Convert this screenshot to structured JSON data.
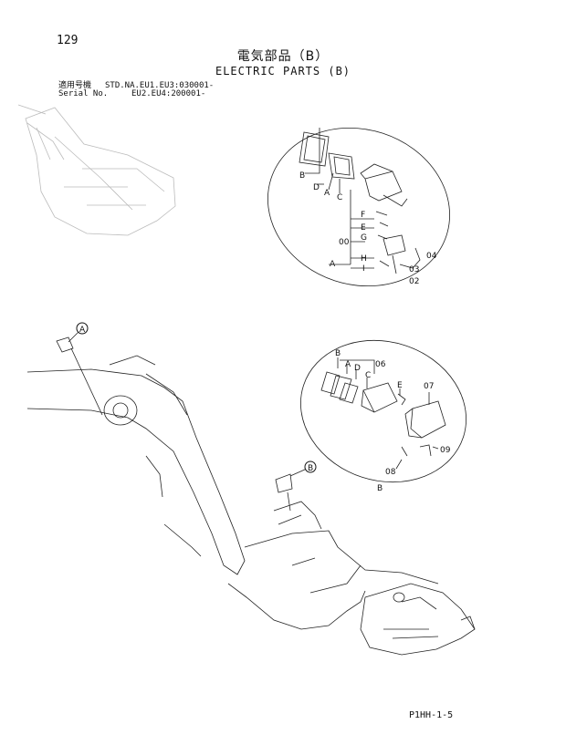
{
  "page_number": "129",
  "title_jp": "電気部品（B）",
  "title_en": "ELECTRIC PARTS (B)",
  "serial": {
    "label_jp": "適用号機",
    "label_en": "Serial No.",
    "line1": "STD.NA.EU1.EU3:030001-",
    "line2": "EU2.EU4:200001-"
  },
  "detail_a": {
    "ref": "A",
    "letters": [
      "B",
      "D",
      "A",
      "C",
      "F",
      "E",
      "G",
      "H",
      "I"
    ],
    "part_numbers": [
      "00",
      "04",
      "03",
      "02"
    ]
  },
  "detail_b": {
    "ref": "B",
    "letters": [
      "B",
      "A",
      "D",
      "C",
      "E"
    ],
    "part_numbers": [
      "06",
      "07",
      "09",
      "08"
    ]
  },
  "callouts": {
    "a": "A",
    "b": "B"
  },
  "footer_code": "P1HH-1-5"
}
